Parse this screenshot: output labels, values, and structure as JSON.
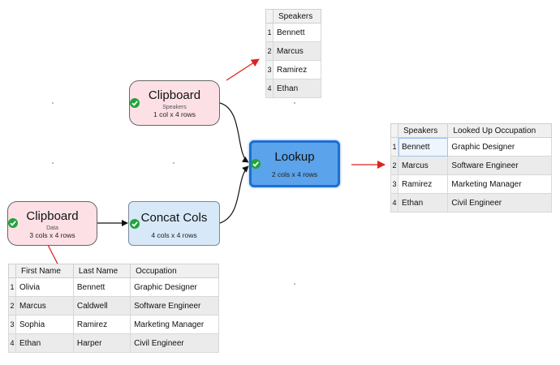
{
  "nodes": {
    "clipboard_speakers": {
      "title": "Clipboard",
      "sub": "Speakers",
      "dims": "1 col x 4 rows"
    },
    "clipboard_data": {
      "title": "Clipboard",
      "sub": "Data",
      "dims": "3 cols x 4 rows"
    },
    "concat": {
      "title": "Concat Cols",
      "dims": "4 cols x 4 rows"
    },
    "lookup": {
      "title": "Lookup",
      "dims": "2 cols x 4 rows"
    }
  },
  "speakers_table": {
    "header": "Speakers",
    "rows": [
      {
        "idx": "1",
        "name": "Bennett"
      },
      {
        "idx": "2",
        "name": "Marcus"
      },
      {
        "idx": "3",
        "name": "Ramirez"
      },
      {
        "idx": "4",
        "name": "Ethan"
      }
    ]
  },
  "lookup_table": {
    "headers": [
      "Speakers",
      "Looked Up Occupation"
    ],
    "rows": [
      {
        "idx": "1",
        "speaker": "Bennett",
        "occupation": "Graphic Designer"
      },
      {
        "idx": "2",
        "speaker": "Marcus",
        "occupation": "Software Engineer"
      },
      {
        "idx": "3",
        "speaker": "Ramirez",
        "occupation": "Marketing Manager"
      },
      {
        "idx": "4",
        "speaker": "Ethan",
        "occupation": "Civil Engineer"
      }
    ]
  },
  "data_table": {
    "headers": [
      "First Name",
      "Last Name",
      "Occupation"
    ],
    "rows": [
      {
        "idx": "1",
        "first": "Olivia",
        "last": "Bennett",
        "occupation": "Graphic Designer"
      },
      {
        "idx": "2",
        "first": "Marcus",
        "last": "Caldwell",
        "occupation": "Software Engineer"
      },
      {
        "idx": "3",
        "first": "Sophia",
        "last": "Ramirez",
        "occupation": "Marketing Manager"
      },
      {
        "idx": "4",
        "first": "Ethan",
        "last": "Harper",
        "occupation": "Civil Engineer"
      }
    ]
  },
  "colors": {
    "arrow_red": "#e02020",
    "status_green": "#22a33a",
    "lookup_fill": "#5ba3ea",
    "lookup_border": "#1e6fd0"
  },
  "icons": {
    "status": "check-icon"
  }
}
